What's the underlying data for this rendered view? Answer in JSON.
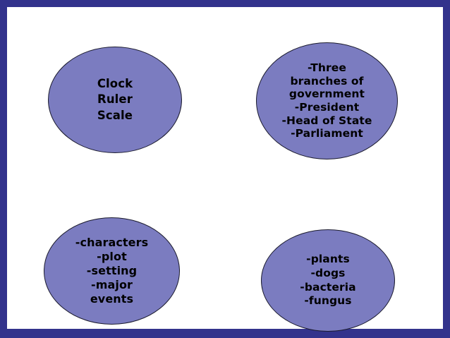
{
  "slide": {
    "background_color": "#ffffff",
    "frame_color": "#33338c",
    "shape_fill_color": "#7b7cc0",
    "shape_outline_color": "#1b1b2e",
    "text_color": "#000000"
  },
  "shapes": [
    {
      "name": "clock-ruler-scale",
      "text": "Clock\nRuler\nScale",
      "lines": [
        "Clock",
        "Ruler",
        "Scale"
      ]
    },
    {
      "name": "government",
      "text": "-Three\nbranches of\ngovernment\n-President\n-Head of State\n-Parliament",
      "lines": [
        "-Three",
        "branches of",
        "government",
        "-President",
        "-Head of State",
        "-Parliament"
      ]
    },
    {
      "name": "story-elements",
      "text": "-characters\n-plot\n-setting\n-major\nevents",
      "lines": [
        "-characters",
        "-plot",
        "-setting",
        "-major",
        "events"
      ]
    },
    {
      "name": "organisms",
      "text": "-plants\n-dogs\n-bacteria\n-fungus",
      "lines": [
        "-plants",
        "-dogs",
        "-bacteria",
        "-fungus"
      ]
    }
  ]
}
